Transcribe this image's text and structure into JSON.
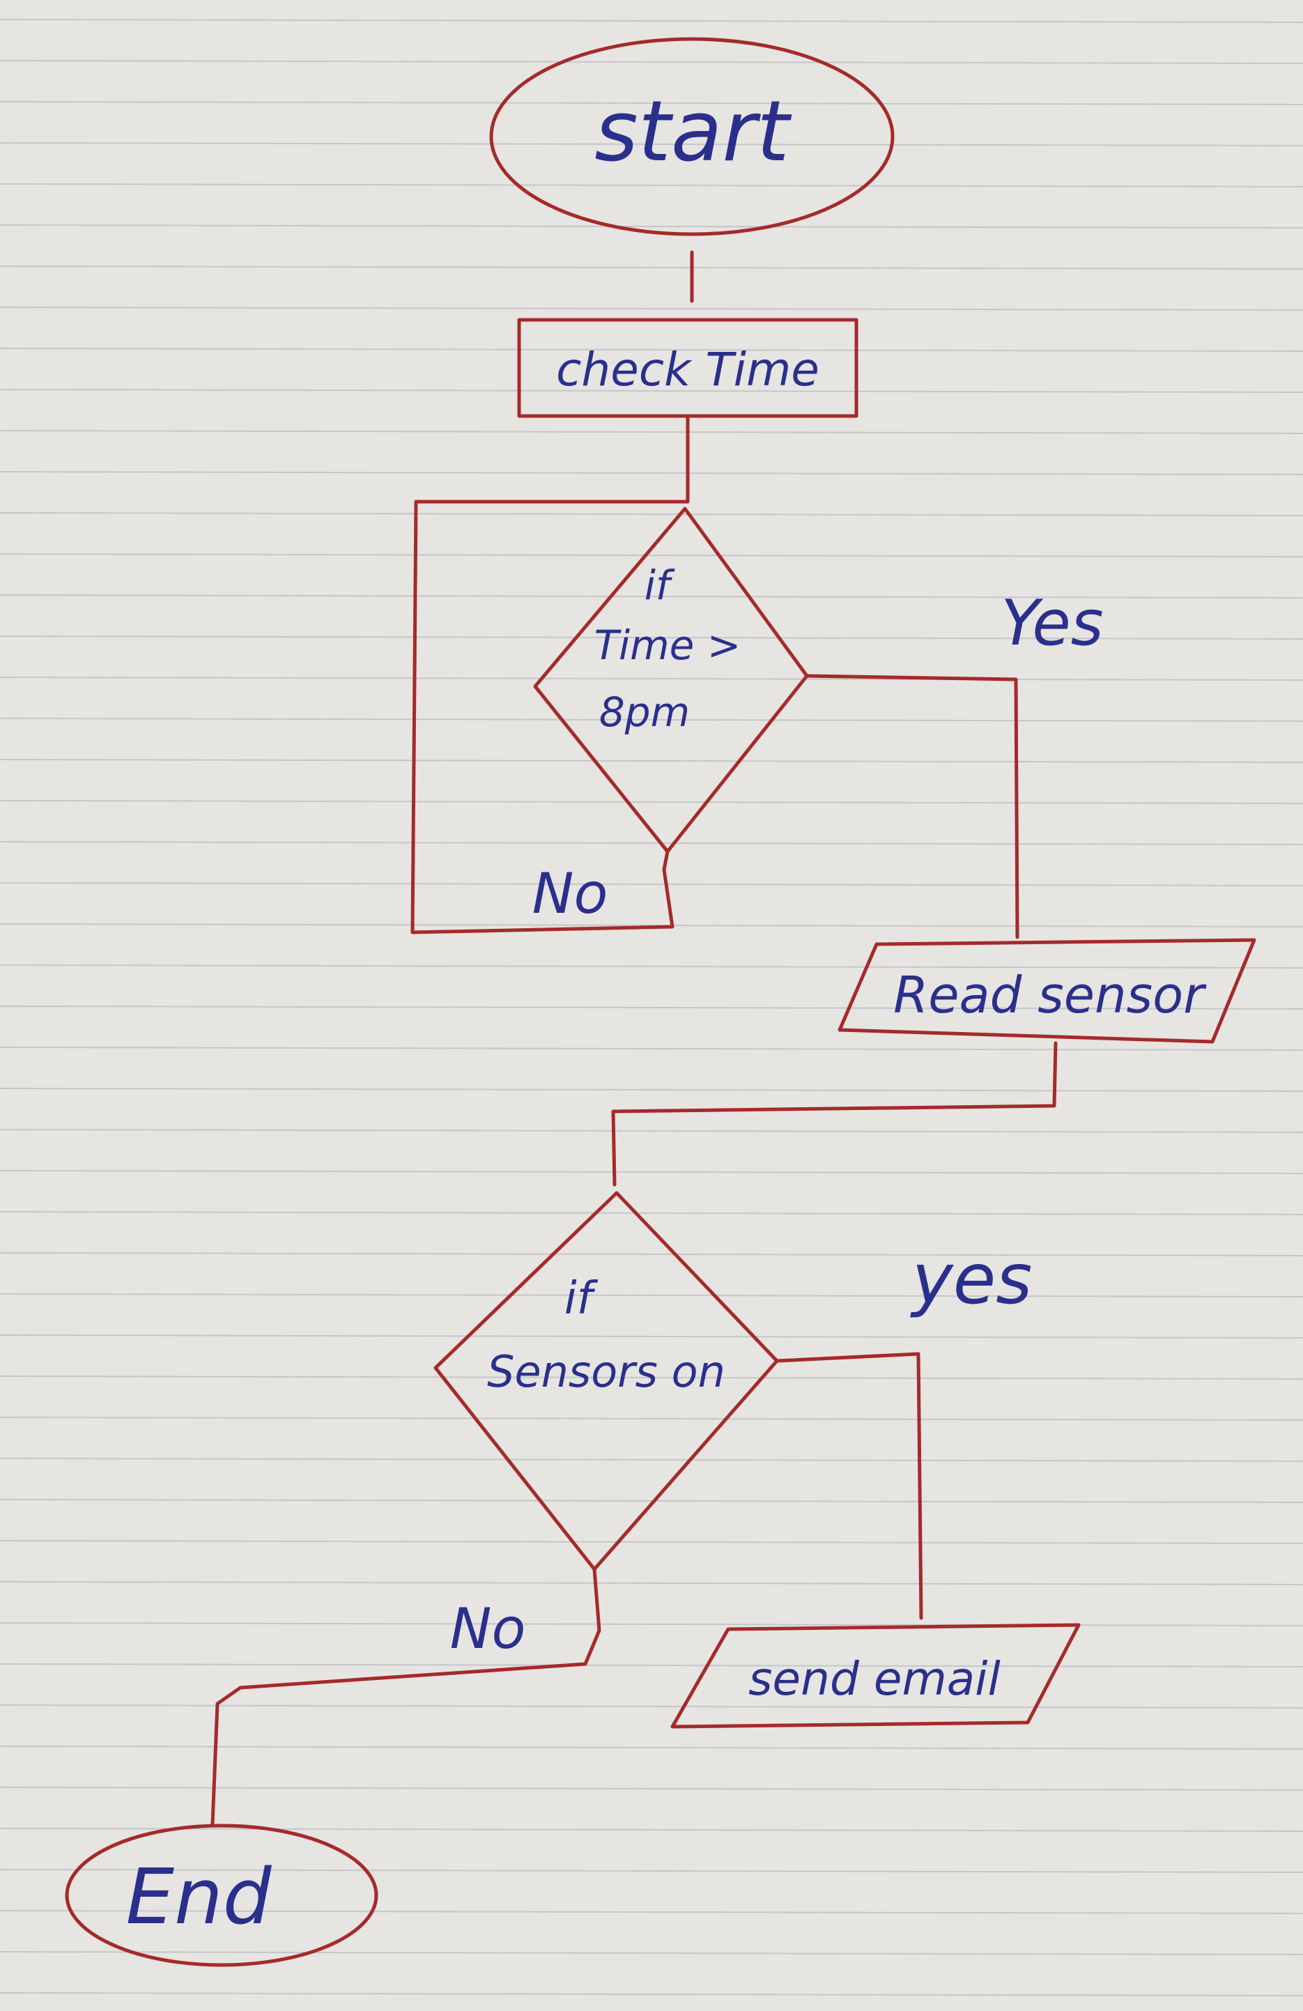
{
  "diagram": {
    "type": "flowchart",
    "medium": "handwritten on lined paper",
    "colors": {
      "paper": "#e6e5e2",
      "ruled_lines": "#c4c6c9",
      "shape_ink": "#a52a2a",
      "text_ink": "#2b2f8c"
    },
    "nodes": {
      "start": {
        "shape": "terminator",
        "label": "start"
      },
      "check_time": {
        "shape": "process",
        "label": "check Time"
      },
      "decision_time": {
        "shape": "decision",
        "label_lines": [
          "if",
          "Time >",
          "8pm"
        ]
      },
      "read_sensor": {
        "shape": "input-output",
        "label": "Read sensor"
      },
      "decision_sensors": {
        "shape": "decision",
        "label_lines": [
          "if",
          "Sensors on"
        ]
      },
      "send_email": {
        "shape": "input-output",
        "label": "send email"
      },
      "end": {
        "shape": "terminator",
        "label": "End"
      }
    },
    "edge_labels": {
      "time_yes": "Yes",
      "time_no": "No",
      "sensors_yes": "yes",
      "sensors_no": "No"
    },
    "edges": [
      {
        "from": "start",
        "to": "check_time"
      },
      {
        "from": "check_time",
        "to": "decision_time"
      },
      {
        "from": "decision_time",
        "to": "read_sensor",
        "label": "Yes"
      },
      {
        "from": "decision_time",
        "to": "decision_time",
        "label": "No",
        "kind": "loop"
      },
      {
        "from": "read_sensor",
        "to": "decision_sensors"
      },
      {
        "from": "decision_sensors",
        "to": "send_email",
        "label": "yes"
      },
      {
        "from": "decision_sensors",
        "to": "end",
        "label": "No"
      }
    ]
  }
}
